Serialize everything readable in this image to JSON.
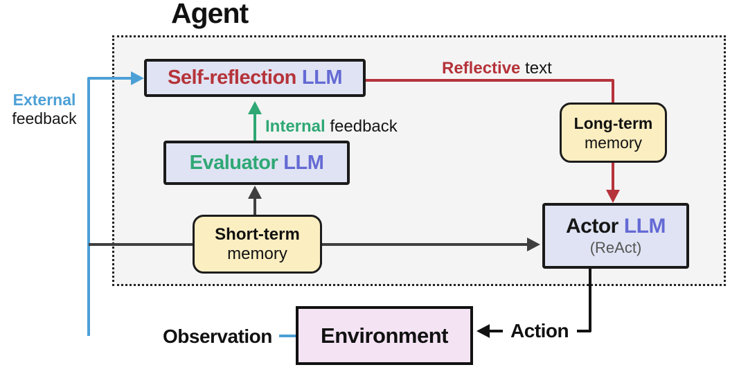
{
  "title": "Agent",
  "colors": {
    "blue": "#4da0d6",
    "red": "#b5333a",
    "green": "#2fa875",
    "purple": "#646ad4",
    "dark": "#3f3f3f",
    "black": "#121212",
    "agent_bg": "#f4f4f4",
    "box_lavender": "#e0e3f3",
    "box_cream": "#fbeec1",
    "box_pink": "#f3e3f3"
  },
  "nodes": {
    "self_reflection": {
      "word1": "Self-reflection",
      "word2": "LLM"
    },
    "evaluator": {
      "word1": "Evaluator",
      "word2": "LLM"
    },
    "actor": {
      "word1": "Actor",
      "word2": "LLM",
      "sublabel": "(ReAct)"
    },
    "short_term_memory": {
      "line1": "Short-term",
      "line2": "memory"
    },
    "long_term_memory": {
      "line1": "Long-term",
      "line2": "memory"
    },
    "environment": {
      "label": "Environment"
    }
  },
  "edges": {
    "external_feedback": {
      "word1": "External",
      "word2": "feedback"
    },
    "internal_feedback": {
      "word1": "Internal",
      "word2": "feedback"
    },
    "reflective_text": {
      "word1": "Reflective",
      "word2": "text"
    },
    "observation": {
      "label": "Observation"
    },
    "action": {
      "label": "Action"
    }
  }
}
